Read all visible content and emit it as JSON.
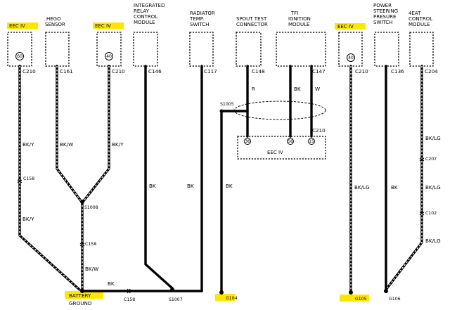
{
  "colors": {
    "highlight": "#ffe600",
    "ink": "#000000",
    "background": "#ffffff"
  },
  "components": [
    {
      "id": "eec1",
      "title": [
        "EEC IV"
      ],
      "highlighted": true,
      "pin": "60",
      "connector": "C210"
    },
    {
      "id": "hego",
      "title": [
        "HEGO",
        "SENSOR"
      ],
      "highlighted": false,
      "pin": "",
      "connector": "C161"
    },
    {
      "id": "eec2",
      "title": [
        "EEC IV"
      ],
      "highlighted": true,
      "pin": "40",
      "connector": "C210"
    },
    {
      "id": "relay",
      "title": [
        "INTEGRATED",
        "RELAY",
        "CONTROL",
        "MODULE"
      ],
      "highlighted": false,
      "pin": "",
      "connector": "C146"
    },
    {
      "id": "radiator",
      "title": [
        "RADIATOR",
        "TEMP.",
        "SWITCH"
      ],
      "highlighted": false,
      "pin": "",
      "connector": "C117"
    },
    {
      "id": "spout",
      "title": [
        "SPOUT TEST",
        "CONNECTOR"
      ],
      "highlighted": false,
      "pin": "",
      "connector": "C148"
    },
    {
      "id": "tfi",
      "title": [
        "TFI",
        "IGNITION",
        "MODULE"
      ],
      "highlighted": false,
      "pin": "",
      "connector": "C147"
    },
    {
      "id": "eec3",
      "title": [
        "EEC IV"
      ],
      "highlighted": true,
      "pin": "40",
      "connector": "C210"
    },
    {
      "id": "ps",
      "title": [
        "POWER",
        "STEERING",
        "PRESURE",
        "SWITCH"
      ],
      "highlighted": false,
      "pin": "",
      "connector": "C136"
    },
    {
      "id": "eat",
      "title": [
        "4EAT",
        "CONTROL",
        "MODULE"
      ],
      "highlighted": false,
      "pin": "",
      "connector": "C204"
    }
  ],
  "wire_colors": {
    "eec1": "BK/Y",
    "eec1_lower": "BK/Y",
    "hego": "BK/W",
    "eec2": "BK/Y",
    "combined": "BK/W",
    "relay": "BK",
    "radiator": "BK",
    "s1005": "BK",
    "spout": "R",
    "tfi_bk": "BK",
    "tfi_w": "W",
    "eec3": "BK/LG",
    "ps": "BK",
    "eat_top": "BK/LG",
    "eat_mid": "BK/LG",
    "eat_bottom": "BK/LG",
    "ground_bus": "BK"
  },
  "connectors": {
    "c158_left": "C158",
    "c158_mid": "C158",
    "c158_bus": "C158",
    "c210_eec_module": "C210",
    "c207": "C207",
    "c102": "C102"
  },
  "splices": {
    "s1008": "S1008",
    "s1005": "S1005",
    "s1007": "S1007"
  },
  "eec_module": {
    "title": "EEC IV",
    "pins": [
      "36",
      "56",
      "15"
    ]
  },
  "grounds": {
    "battery": [
      "BATTERY",
      "GROUND"
    ],
    "g104": "G104",
    "g105": "G105",
    "g106": "G106"
  }
}
